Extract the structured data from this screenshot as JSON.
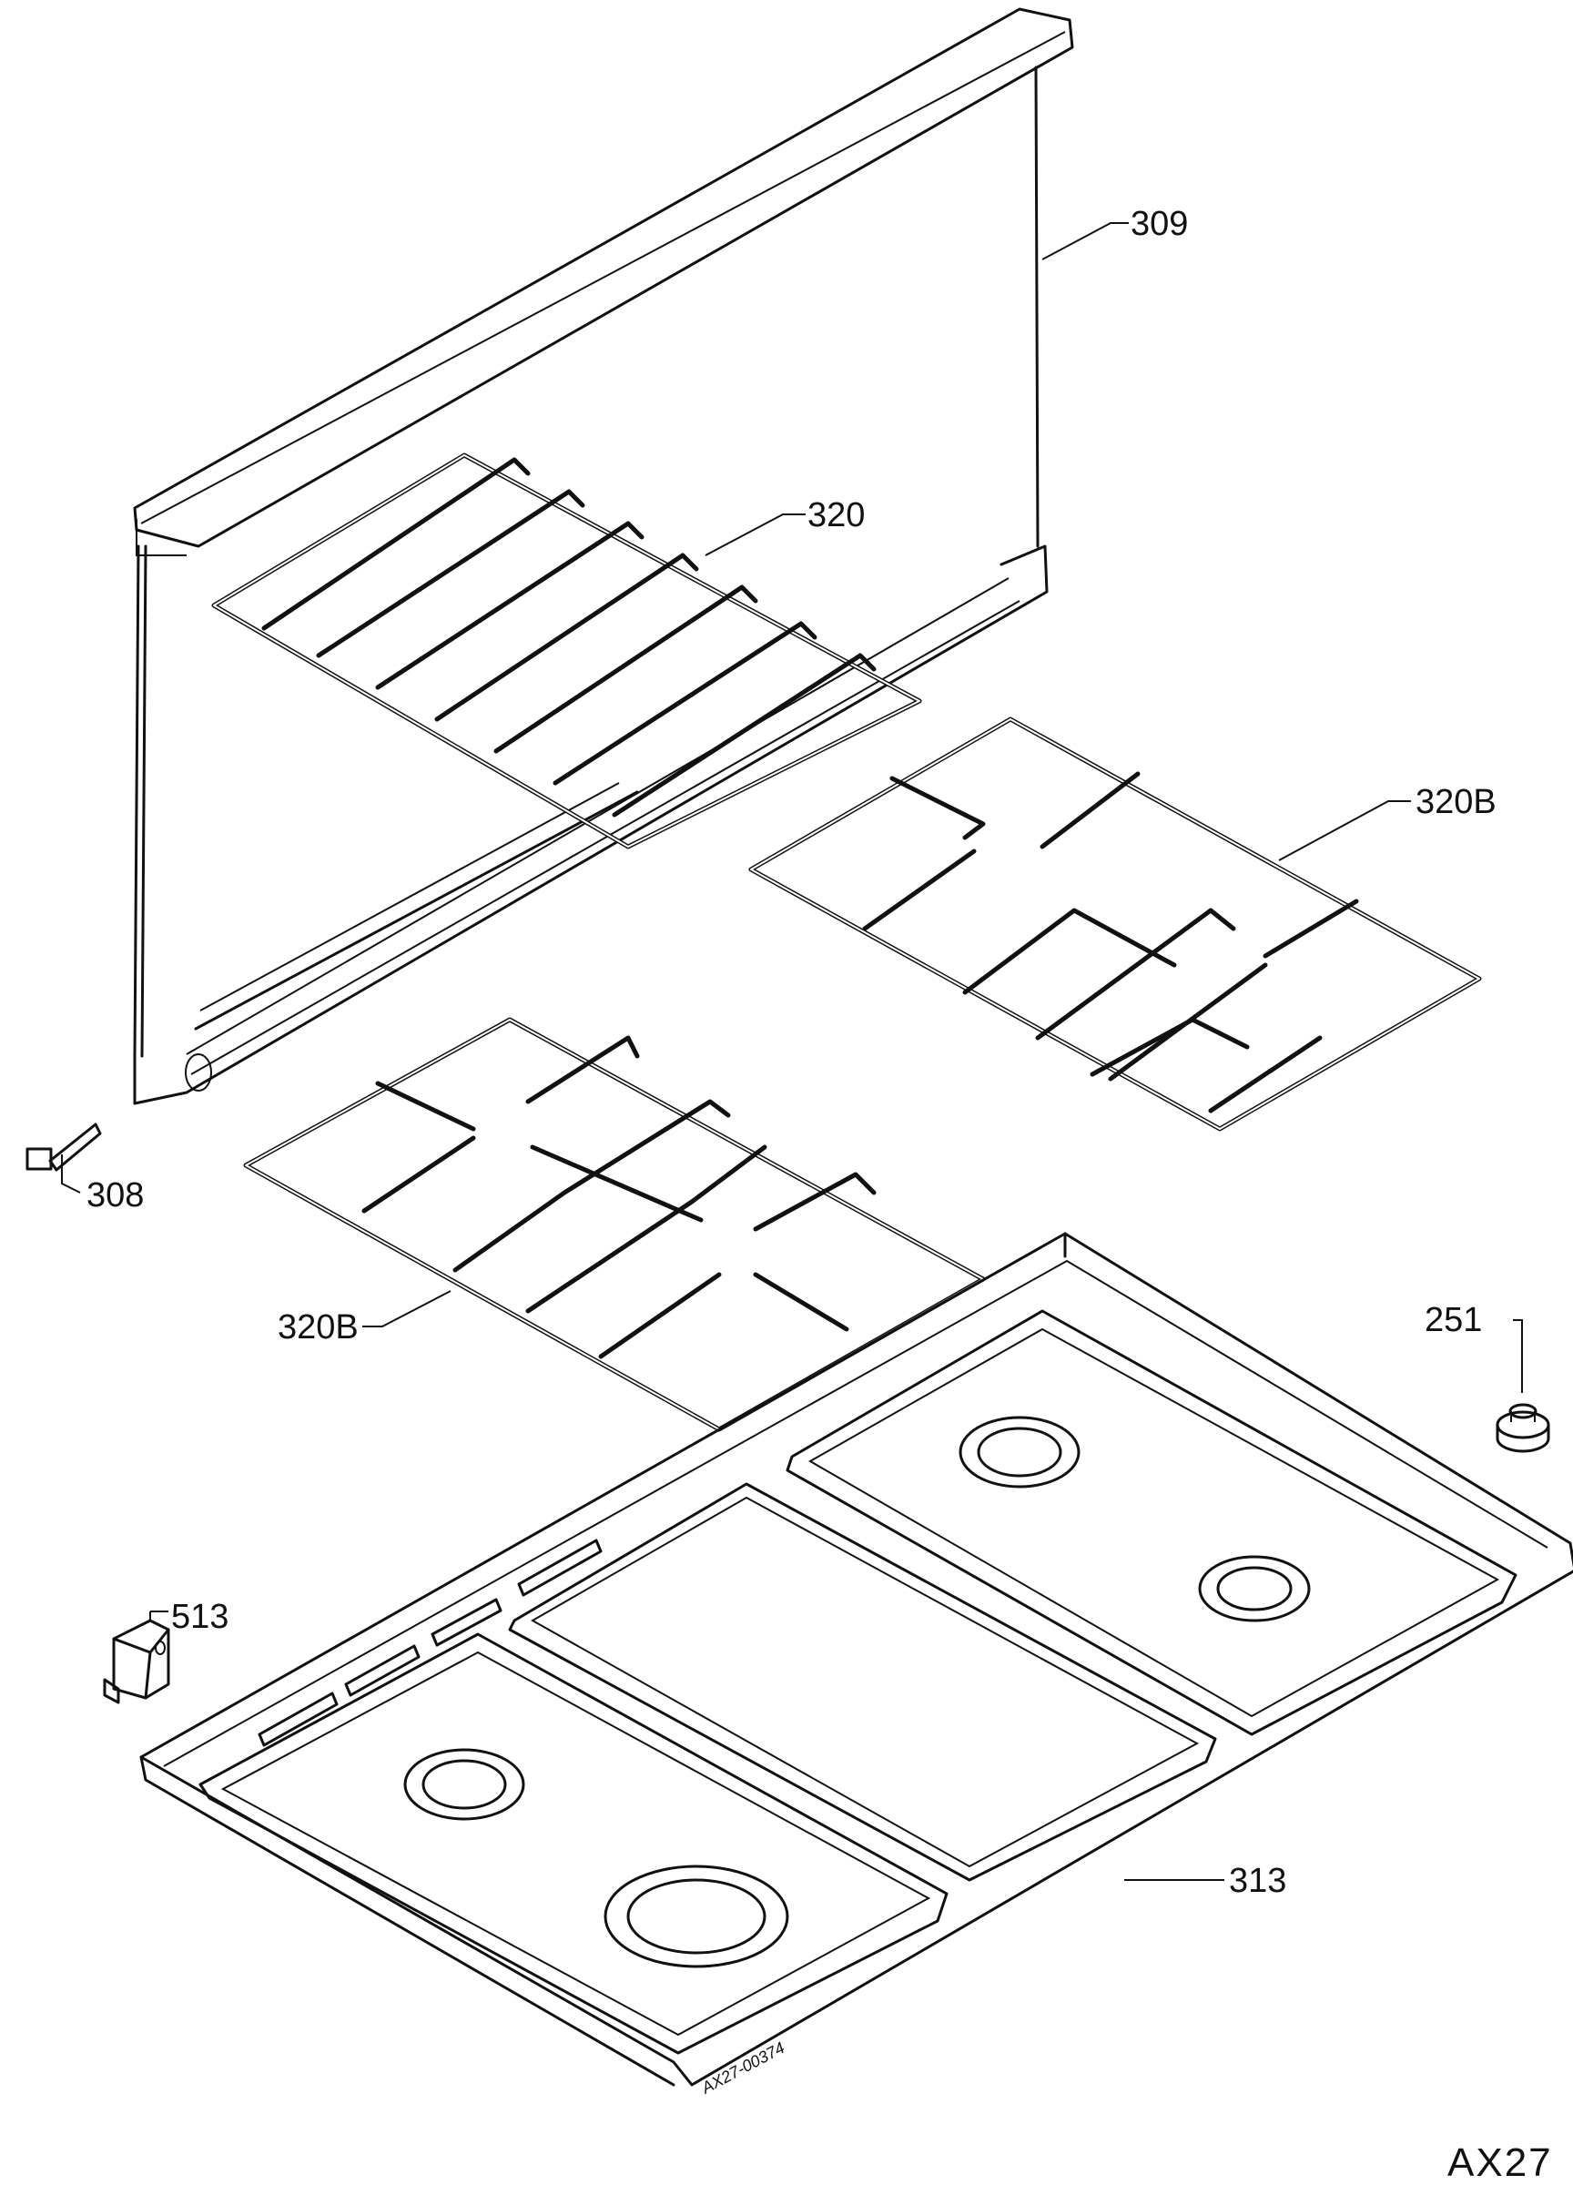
{
  "parts": {
    "p309": "309",
    "p320": "320",
    "p320b_right": "320B",
    "p320b_left": "320B",
    "p308": "308",
    "p251": "251",
    "p513": "513",
    "p313": "313"
  },
  "drawing_code": "AX27-00374",
  "corner_code": "AX27"
}
